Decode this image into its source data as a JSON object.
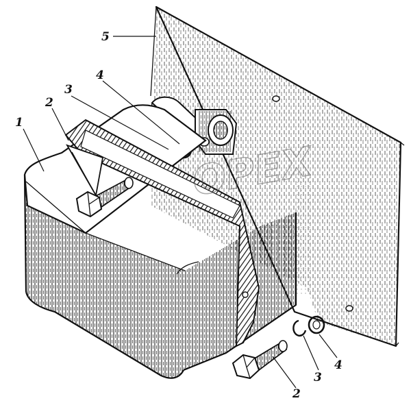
{
  "watermark": "OPEX",
  "callouts": [
    {
      "id": "c1",
      "label": "1",
      "part": "housing-body"
    },
    {
      "id": "c2",
      "label": "2",
      "part": "bolt-upper"
    },
    {
      "id": "c3",
      "label": "3",
      "part": "lock-washer-upper"
    },
    {
      "id": "c4",
      "label": "4",
      "part": "flat-washer-upper"
    },
    {
      "id": "c5",
      "label": "5",
      "part": "mounting-panel"
    },
    {
      "id": "c2b",
      "label": "2",
      "part": "bolt-lower"
    },
    {
      "id": "c3b",
      "label": "3",
      "part": "lock-washer-lower"
    },
    {
      "id": "c4b",
      "label": "4",
      "part": "flat-washer-lower"
    }
  ]
}
